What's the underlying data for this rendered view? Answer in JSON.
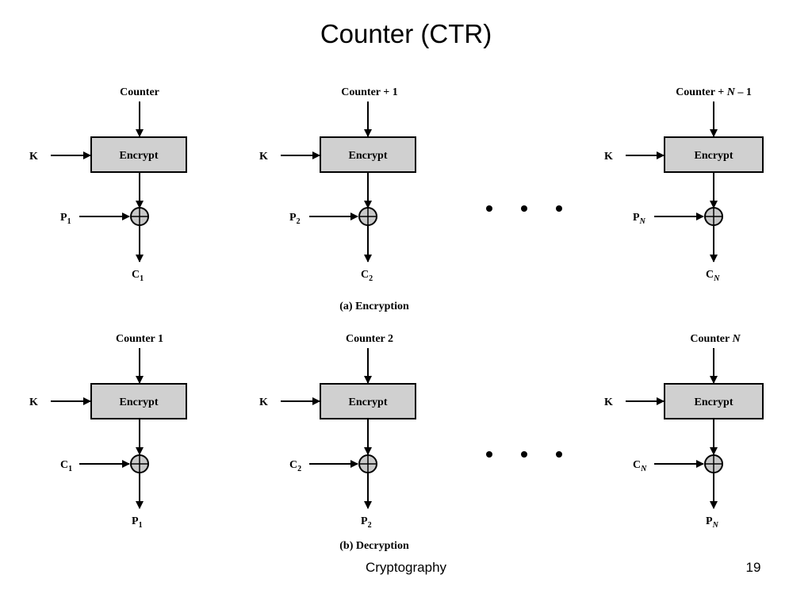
{
  "slide": {
    "title": "Counter (CTR)",
    "footer_center": "Cryptography",
    "page_number": "19"
  },
  "encryption": {
    "caption": "(a) Encryption",
    "stages": [
      {
        "counter": "Counter",
        "key": "K",
        "box": "Encrypt",
        "in_main": "P",
        "in_sub": "1",
        "out_main": "C",
        "out_sub": "1"
      },
      {
        "counter": "Counter + 1",
        "key": "K",
        "box": "Encrypt",
        "in_main": "P",
        "in_sub": "2",
        "out_main": "C",
        "out_sub": "2"
      },
      {
        "counter_a": "Counter + ",
        "counter_b": "N",
        "counter_c": " – 1",
        "key": "K",
        "box": "Encrypt",
        "in_main": "P",
        "in_sub": "N",
        "out_main": "C",
        "out_sub": "N"
      }
    ]
  },
  "decryption": {
    "caption": "(b) Decryption",
    "stages": [
      {
        "counter": "Counter 1",
        "key": "K",
        "box": "Encrypt",
        "in_main": "C",
        "in_sub": "1",
        "out_main": "P",
        "out_sub": "1"
      },
      {
        "counter": "Counter 2",
        "key": "K",
        "box": "Encrypt",
        "in_main": "C",
        "in_sub": "2",
        "out_main": "P",
        "out_sub": "2"
      },
      {
        "counter_a": "Counter ",
        "counter_b": "N",
        "key": "K",
        "box": "Encrypt",
        "in_main": "C",
        "in_sub": "N",
        "out_main": "P",
        "out_sub": "N"
      }
    ]
  },
  "colors": {
    "box_fill": "#d0d0d0",
    "xor_fill": "#c8c8c8",
    "stroke": "#000000"
  }
}
